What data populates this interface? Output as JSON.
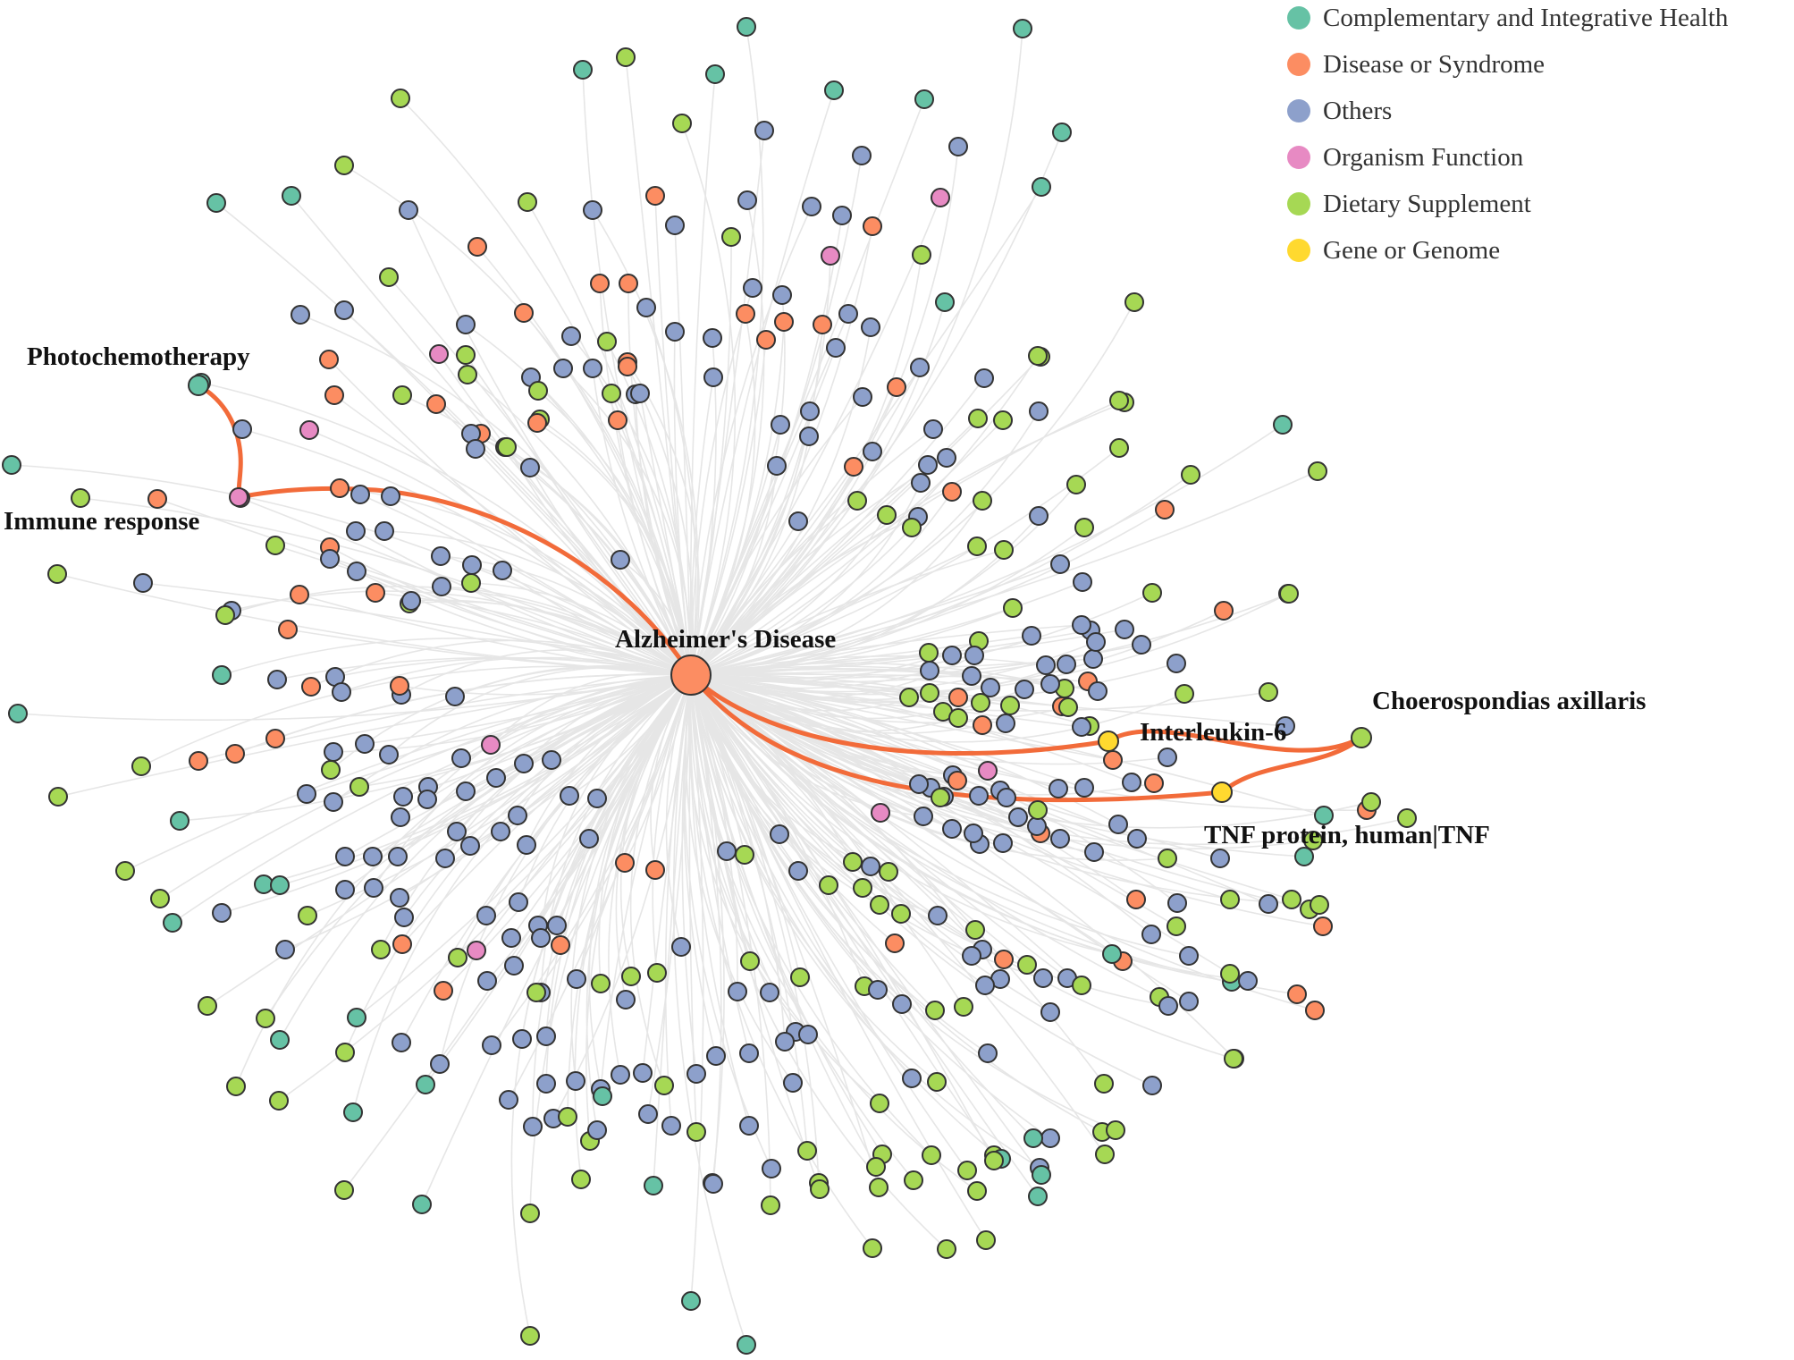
{
  "legend": [
    {
      "label": "Complementary and Integrative Health",
      "color": "#66c2a5"
    },
    {
      "label": "Disease or Syndrome",
      "color": "#fc8d62"
    },
    {
      "label": "Others",
      "color": "#8da0cb"
    },
    {
      "label": "Organism Function",
      "color": "#e78ac3"
    },
    {
      "label": "Dietary Supplement",
      "color": "#a6d854"
    },
    {
      "label": "Gene or Genome",
      "color": "#ffd92f"
    }
  ],
  "colors": {
    "edge": "#e6e6e6",
    "highlight_edge": "#f26b3a",
    "node_stroke": "#333333"
  },
  "labels": {
    "center": "Alzheimer's Disease",
    "photochemotherapy": "Photochemotherapy",
    "immune_response": "Immune response",
    "interleukin6": "Interleukin-6",
    "choerospondias": "Choerospondias axillaris",
    "tnf": "TNF protein, human|TNF"
  }
}
